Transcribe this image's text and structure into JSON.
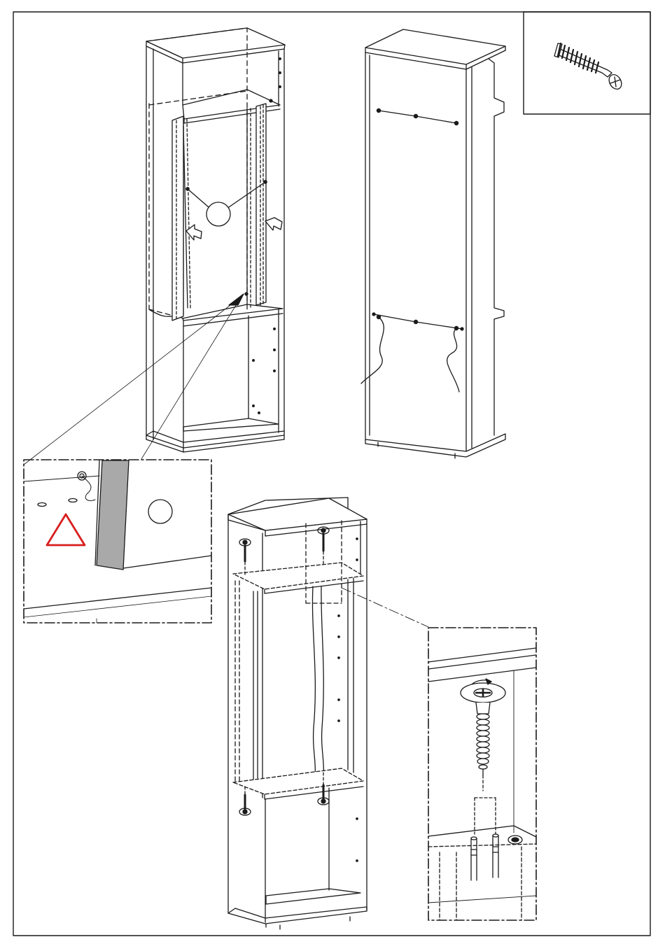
{
  "page": {
    "type": "assembly-instruction-sheet",
    "step_number": ""
  },
  "colors": {
    "line": "#1a1a1a",
    "warning": "#d81e1e",
    "panel_shade": "#a9a9a9",
    "background": "#ffffff"
  },
  "figures": [
    {
      "id": "cabinet-front-panel-insertion"
    },
    {
      "id": "cabinet-rear-view-wiring"
    },
    {
      "id": "hardware-screw-callout"
    },
    {
      "id": "detail-groove-warning"
    },
    {
      "id": "cabinet-screw-fixing"
    },
    {
      "id": "detail-screw-cam"
    }
  ],
  "icons": [
    "warning-triangle-icon",
    "screw-icon",
    "rotation-arrow-icon",
    "insertion-arrow-icon"
  ]
}
